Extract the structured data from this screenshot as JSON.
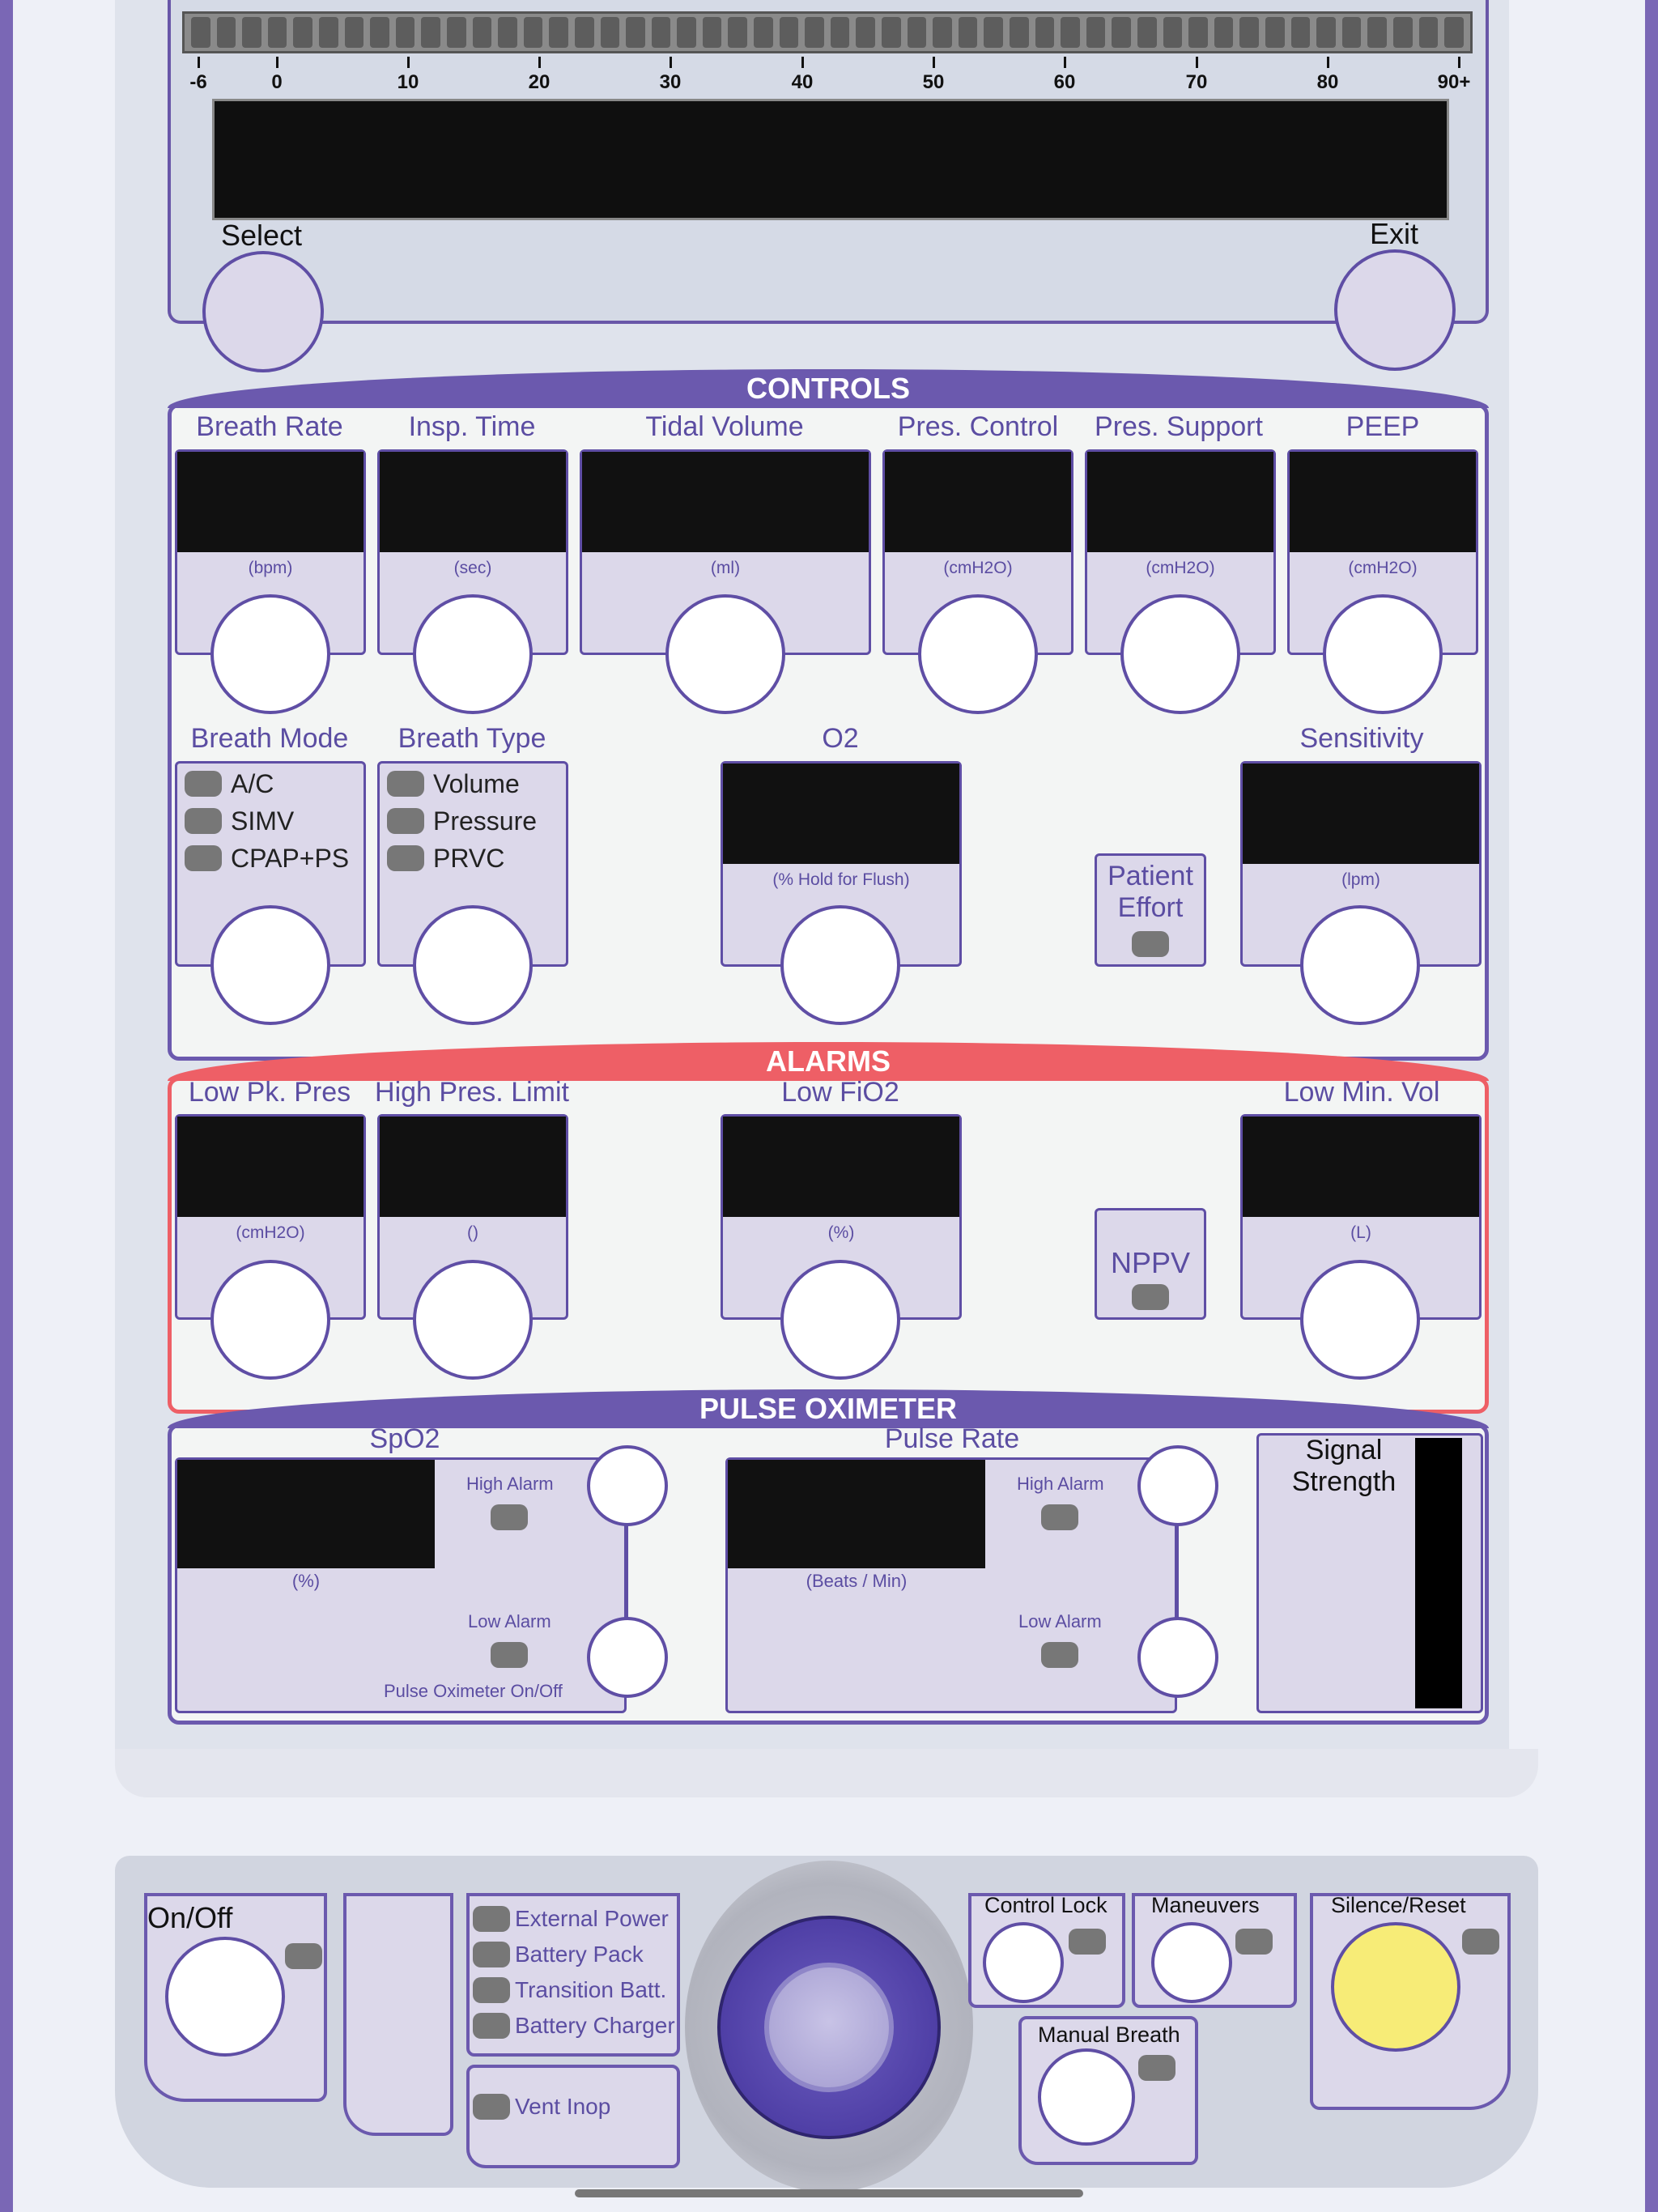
{
  "colors": {
    "purple": "#6b59ae",
    "red": "#ee5f66",
    "lcd": "#111111",
    "silence": "#f7ec77",
    "panel": "#dcd8ea"
  },
  "display": {
    "scale_ticks": [
      "-6",
      "0",
      "10",
      "20",
      "30",
      "40",
      "50",
      "60",
      "70",
      "80",
      "90+"
    ],
    "select_label": "Select",
    "exit_label": "Exit"
  },
  "controls": {
    "title": "CONTROLS",
    "row1": [
      {
        "label": "Breath Rate",
        "unit": "(bpm)"
      },
      {
        "label": "Insp. Time",
        "unit": "(sec)"
      },
      {
        "label": "Tidal Volume",
        "unit": "(ml)"
      },
      {
        "label": "Pres. Control",
        "unit": "(cmH2O)"
      },
      {
        "label": "Pres. Support",
        "unit": "(cmH2O)"
      },
      {
        "label": "PEEP",
        "unit": "(cmH2O)"
      }
    ],
    "breath_mode": {
      "label": "Breath Mode",
      "options": [
        "A/C",
        "SIMV",
        "CPAP+PS"
      ]
    },
    "breath_type": {
      "label": "Breath Type",
      "options": [
        "Volume",
        "Pressure",
        "PRVC"
      ]
    },
    "o2": {
      "label": "O2",
      "unit": "(% Hold for Flush)"
    },
    "patient_effort": {
      "line1": "Patient",
      "line2": "Effort"
    },
    "sensitivity": {
      "label": "Sensitivity",
      "unit": "(lpm)"
    }
  },
  "alarms": {
    "title": "ALARMS",
    "low_pk_pres": {
      "label": "Low Pk. Pres",
      "unit": "(cmH2O)"
    },
    "high_pres_limit": {
      "label": "High Pres. Limit",
      "unit": "()"
    },
    "low_fio2": {
      "label": "Low FiO2",
      "unit": "(%)"
    },
    "nppv": {
      "label": "NPPV"
    },
    "low_min_vol": {
      "label": "Low Min. Vol",
      "unit": "(L)"
    }
  },
  "pulse_ox": {
    "title": "PULSE OXIMETER",
    "spo2": {
      "label": "SpO2",
      "unit": "(%)",
      "high_alarm": "High Alarm",
      "low_alarm": "Low Alarm",
      "onoff": "Pulse Oximeter On/Off"
    },
    "pulse_rate": {
      "label": "Pulse Rate",
      "unit": "(Beats / Min)",
      "high_alarm": "High Alarm",
      "low_alarm": "Low Alarm"
    },
    "signal": {
      "line1": "Signal",
      "line2": "Strength"
    }
  },
  "bottom": {
    "onoff": "On/Off",
    "status": [
      "External Power",
      "Battery Pack",
      "Transition Batt.",
      "Battery Charger"
    ],
    "vent_inop": "Vent Inop",
    "control_lock": "Control Lock",
    "maneuvers": "Maneuvers",
    "manual_breath": "Manual Breath",
    "silence_reset": "Silence/Reset"
  }
}
